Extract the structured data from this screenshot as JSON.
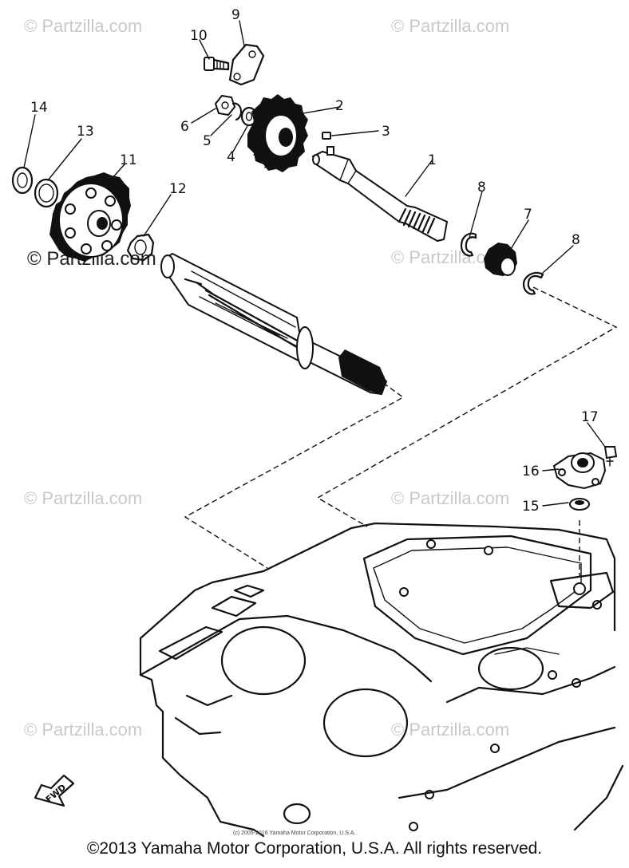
{
  "diagram": {
    "callouts": [
      {
        "id": "c1",
        "label": "1"
      },
      {
        "id": "c2",
        "label": "2"
      },
      {
        "id": "c3",
        "label": "3"
      },
      {
        "id": "c4",
        "label": "4"
      },
      {
        "id": "c5",
        "label": "5"
      },
      {
        "id": "c6",
        "label": "6"
      },
      {
        "id": "c7",
        "label": "7"
      },
      {
        "id": "c8a",
        "label": "8"
      },
      {
        "id": "c8b",
        "label": "8"
      },
      {
        "id": "c9",
        "label": "9"
      },
      {
        "id": "c10",
        "label": "10"
      },
      {
        "id": "c11",
        "label": "11"
      },
      {
        "id": "c12",
        "label": "12"
      },
      {
        "id": "c13",
        "label": "13"
      },
      {
        "id": "c14",
        "label": "14"
      },
      {
        "id": "c15",
        "label": "15"
      },
      {
        "id": "c16",
        "label": "16"
      },
      {
        "id": "c17",
        "label": "17"
      }
    ],
    "fwd_label": "FWD",
    "watermark": "© Partzilla.com",
    "watermark_mid": "© Partzilla.com",
    "small_credit": "(c) 2005-2016 Yamaha Motor Corporation, U.S.A."
  },
  "footer": {
    "copyright": "©2013 Yamaha Motor Corporation, U.S.A. All rights reserved."
  }
}
